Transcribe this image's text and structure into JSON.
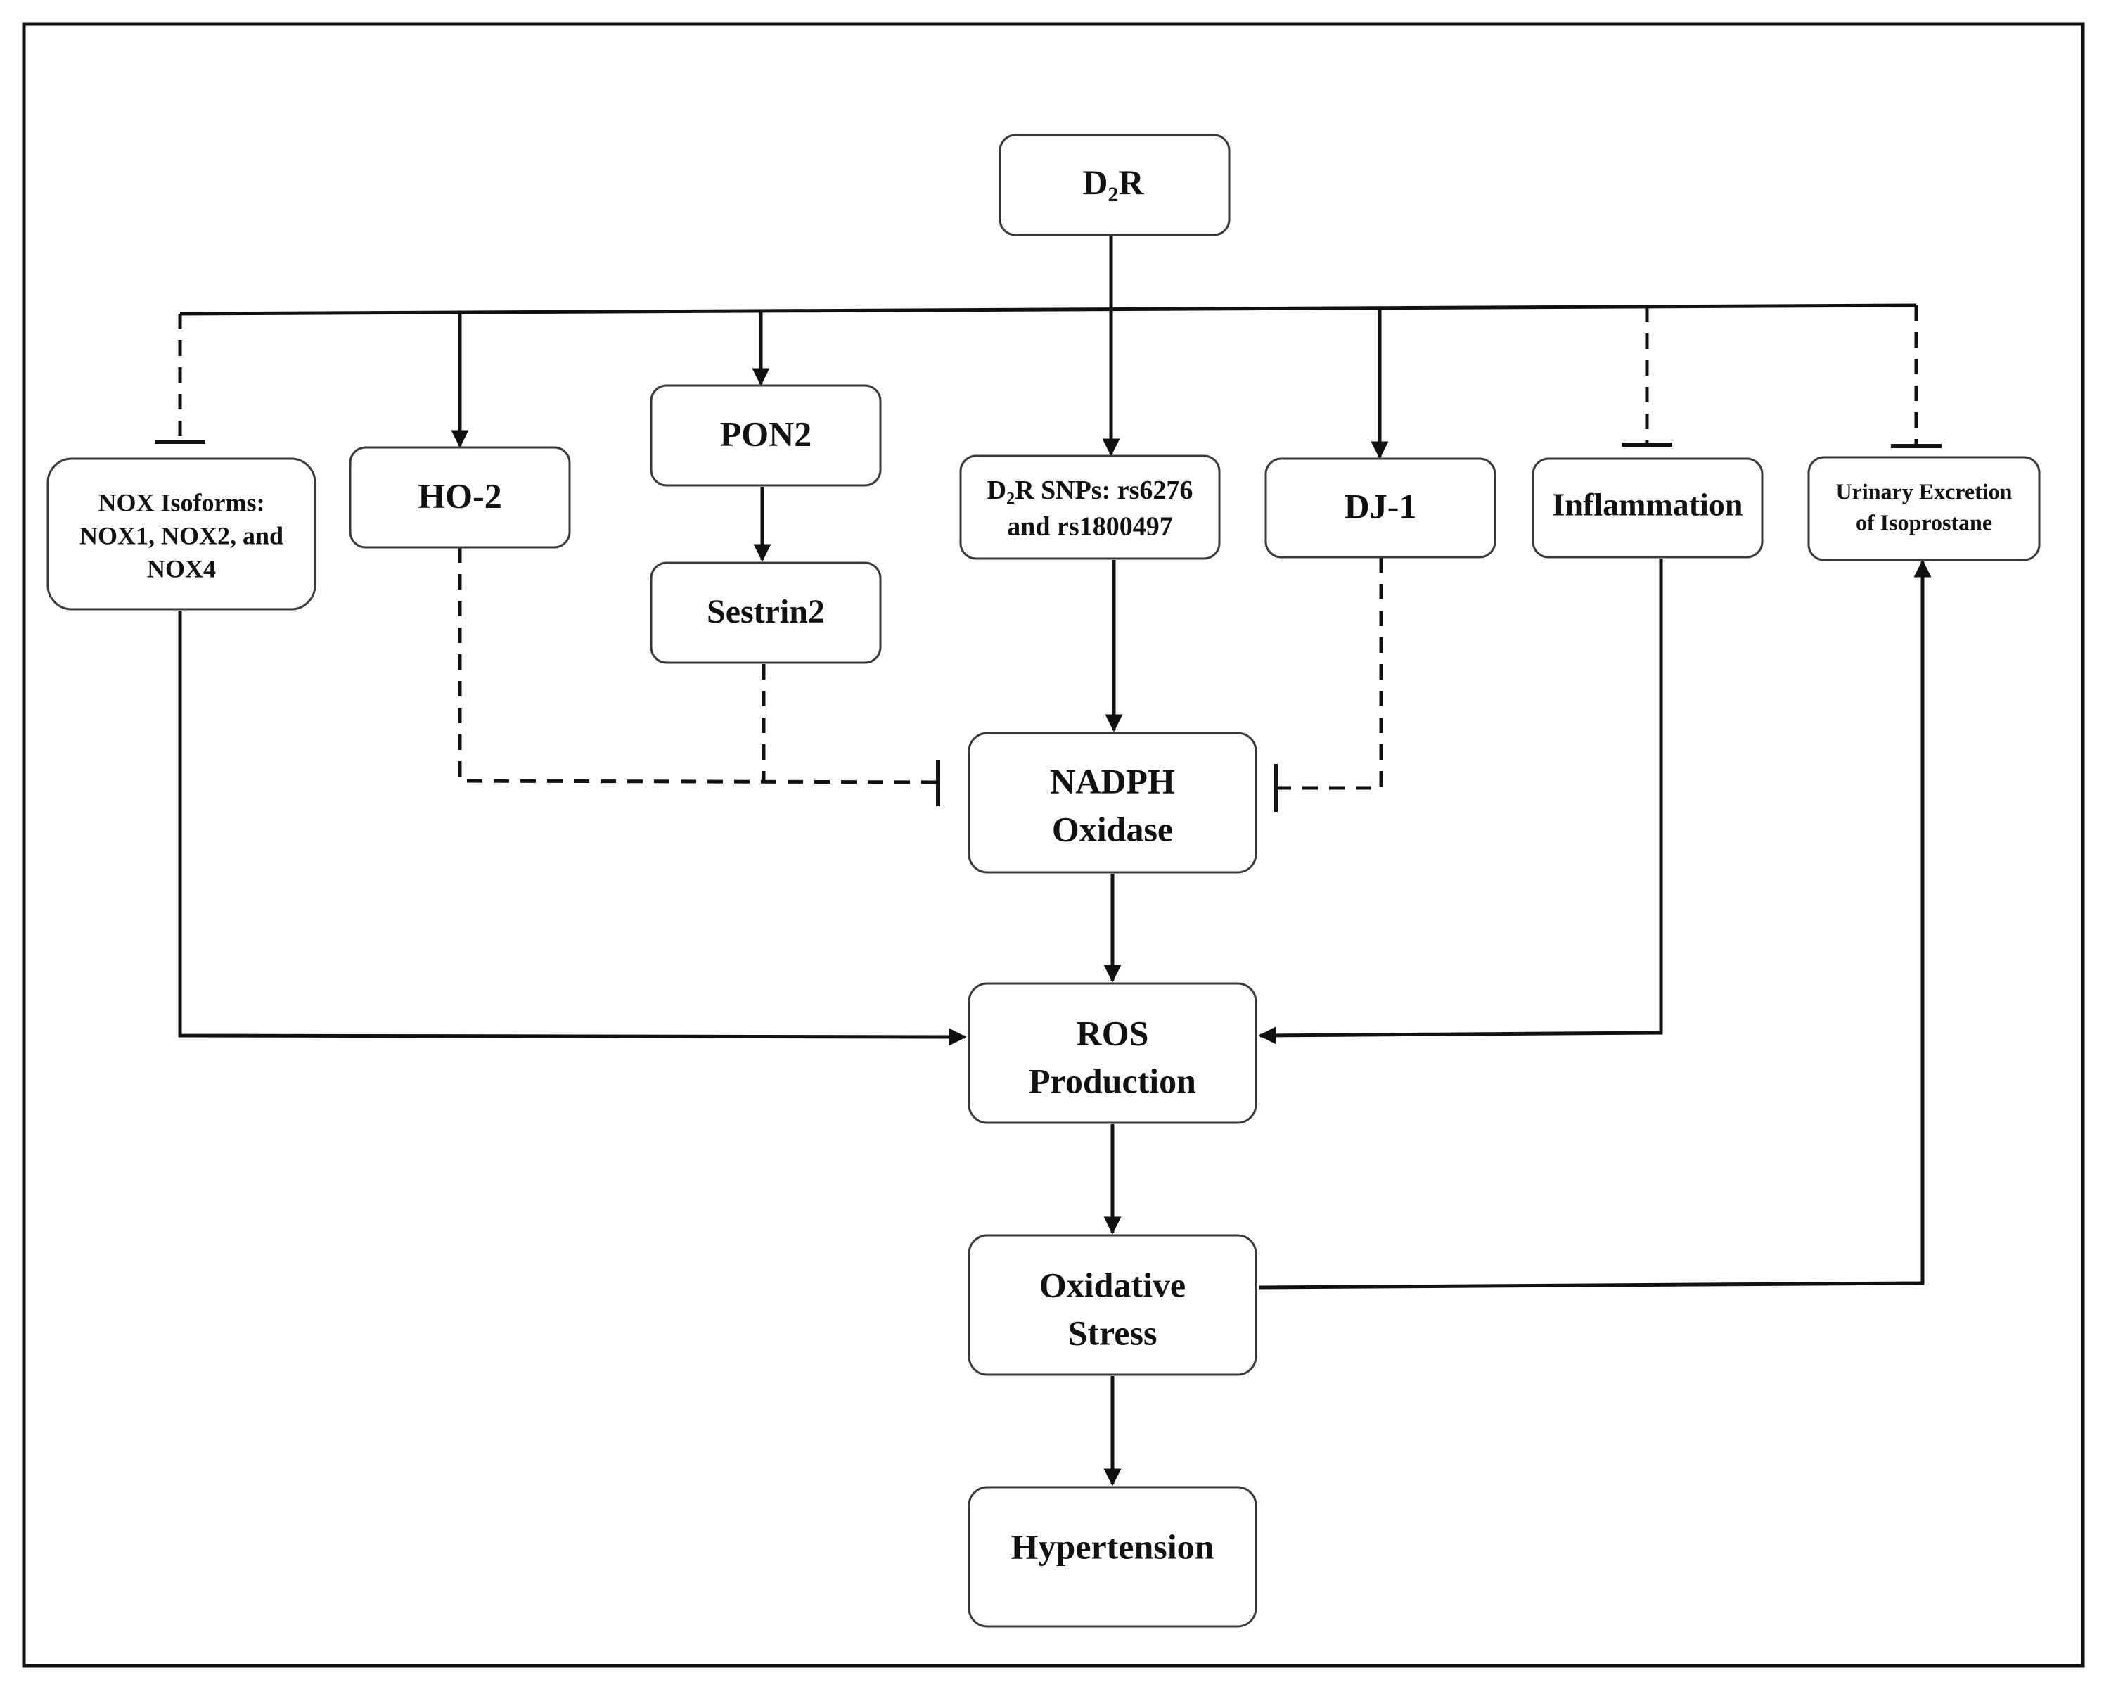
{
  "nodes": {
    "d2r": {
      "label": "D",
      "sub": "2",
      "suffix": "R"
    },
    "nox": {
      "lines": [
        "NOX Isoforms:",
        "NOX1, NOX2, and",
        "NOX4"
      ]
    },
    "ho2": {
      "label": "HO-2"
    },
    "pon2": {
      "label": "PON2"
    },
    "sestrin2": {
      "label": "Sestrin2"
    },
    "snps": {
      "line1_prefix": "D",
      "line1_sub": "2",
      "line1_suffix": "R SNPs: rs6276",
      "line2": "and rs1800497"
    },
    "dj1": {
      "label": "DJ-1"
    },
    "inflammation": {
      "label": "Inflammation"
    },
    "urinary": {
      "lines": [
        "Urinary Excretion",
        "of Isoprostane"
      ]
    },
    "nadph": {
      "lines": [
        "NADPH",
        "Oxidase"
      ]
    },
    "ros": {
      "lines": [
        "ROS",
        "Production"
      ]
    },
    "oxidative": {
      "lines": [
        "Oxidative",
        "Stress"
      ]
    },
    "hypertension": {
      "label": "Hypertension"
    }
  },
  "edges": [
    {
      "from": "D2R",
      "to": "NOX Isoforms",
      "type": "inhibits",
      "style": "dashed"
    },
    {
      "from": "D2R",
      "to": "HO-2",
      "type": "activates",
      "style": "solid"
    },
    {
      "from": "D2R",
      "to": "PON2",
      "type": "activates",
      "style": "solid"
    },
    {
      "from": "D2R",
      "to": "D2R SNPs",
      "type": "activates",
      "style": "solid"
    },
    {
      "from": "D2R",
      "to": "DJ-1",
      "type": "activates",
      "style": "solid"
    },
    {
      "from": "D2R",
      "to": "Inflammation",
      "type": "inhibits",
      "style": "dashed"
    },
    {
      "from": "D2R",
      "to": "Urinary Excretion of Isoprostane",
      "type": "inhibits",
      "style": "dashed"
    },
    {
      "from": "PON2",
      "to": "Sestrin2",
      "type": "activates",
      "style": "solid"
    },
    {
      "from": "HO-2",
      "to": "NADPH Oxidase",
      "type": "inhibits",
      "style": "dashed"
    },
    {
      "from": "Sestrin2",
      "to": "NADPH Oxidase",
      "type": "inhibits",
      "style": "dashed"
    },
    {
      "from": "DJ-1",
      "to": "NADPH Oxidase",
      "type": "inhibits",
      "style": "dashed"
    },
    {
      "from": "D2R SNPs",
      "to": "NADPH Oxidase",
      "type": "activates",
      "style": "solid"
    },
    {
      "from": "NOX Isoforms",
      "to": "ROS Production",
      "type": "activates",
      "style": "solid"
    },
    {
      "from": "Inflammation",
      "to": "ROS Production",
      "type": "activates",
      "style": "solid"
    },
    {
      "from": "NADPH Oxidase",
      "to": "ROS Production",
      "type": "activates",
      "style": "solid"
    },
    {
      "from": "ROS Production",
      "to": "Oxidative Stress",
      "type": "activates",
      "style": "solid"
    },
    {
      "from": "Oxidative Stress",
      "to": "Hypertension",
      "type": "activates",
      "style": "solid"
    },
    {
      "from": "Oxidative Stress",
      "to": "Urinary Excretion of Isoprostane",
      "type": "activates",
      "style": "solid"
    }
  ]
}
